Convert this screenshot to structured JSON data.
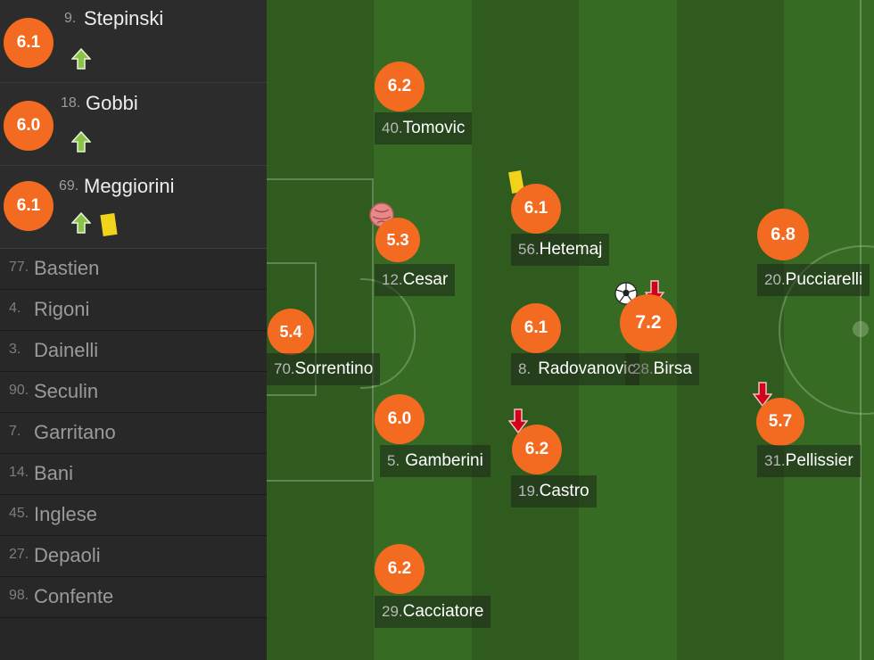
{
  "subs": [
    {
      "rating": "6.1",
      "number": "9.",
      "name": "Stepinski",
      "yellow_card": false
    },
    {
      "rating": "6.0",
      "number": "18.",
      "name": "Gobbi",
      "yellow_card": false
    },
    {
      "rating": "6.1",
      "number": "69.",
      "name": "Meggiorini",
      "yellow_card": true
    }
  ],
  "bench": [
    {
      "number": "77.",
      "name": "Bastien"
    },
    {
      "number": "4.",
      "name": "Rigoni"
    },
    {
      "number": "3.",
      "name": "Dainelli"
    },
    {
      "number": "90.",
      "name": "Seculin"
    },
    {
      "number": "7.",
      "name": "Garritano"
    },
    {
      "number": "14.",
      "name": "Bani"
    },
    {
      "number": "45.",
      "name": "Inglese"
    },
    {
      "number": "27.",
      "name": "Depaoli"
    },
    {
      "number": "98.",
      "name": "Confente"
    }
  ],
  "players": [
    {
      "rating": "5.4",
      "number": "70.",
      "name": "Sorrentino"
    },
    {
      "rating": "6.2",
      "number": "40.",
      "name": "Tomovic"
    },
    {
      "rating": "5.3",
      "number": "12.",
      "name": "Cesar"
    },
    {
      "rating": "6.0",
      "number": "5.",
      "name": "Gamberini"
    },
    {
      "rating": "6.2",
      "number": "29.",
      "name": "Cacciatore"
    },
    {
      "rating": "6.1",
      "number": "56.",
      "name": "Hetemaj"
    },
    {
      "rating": "6.1",
      "number": "8.",
      "name": "Radovanovic"
    },
    {
      "rating": "6.2",
      "number": "19.",
      "name": "Castro"
    },
    {
      "rating": "7.2",
      "number": "28.",
      "name": "Birsa"
    },
    {
      "rating": "6.8",
      "number": "20.",
      "name": "Pucciarelli"
    },
    {
      "rating": "5.7",
      "number": "31.",
      "name": "Pellissier"
    }
  ],
  "icons": {
    "sub_in": "green-up-arrow-icon",
    "sub_out": "red-down-arrow-icon",
    "goal": "football-icon",
    "own_goal": "pink-ball-icon",
    "booking": "yellow-card-icon"
  },
  "colors": {
    "rating_bg": "#f26b21",
    "sub_in": "#8bc34a",
    "sub_out": "#d0021b",
    "yellow_card": "#f2d31b"
  }
}
